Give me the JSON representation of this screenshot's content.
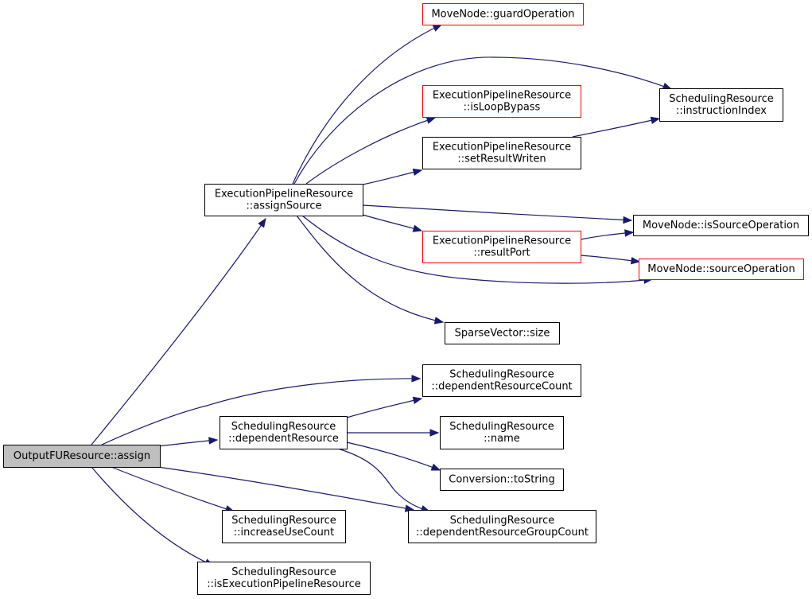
{
  "colors": {
    "edge": "#191970",
    "root_fill": "#bfbfbf",
    "node_border": "#000000",
    "highlight_border": "#ff0000",
    "node_fill": "#ffffff"
  },
  "nodes": [
    {
      "id": "assign",
      "lines": [
        "OutputFUResource::assign"
      ],
      "style": "root"
    },
    {
      "id": "eprAssignSource",
      "lines": [
        "ExecutionPipelineResource",
        "::assignSource"
      ],
      "style": "normal"
    },
    {
      "id": "guardOperation",
      "lines": [
        "MoveNode::guardOperation"
      ],
      "style": "highlight"
    },
    {
      "id": "isLoopBypass",
      "lines": [
        "ExecutionPipelineResource",
        "::isLoopBypass"
      ],
      "style": "highlight"
    },
    {
      "id": "setResultWriten",
      "lines": [
        "ExecutionPipelineResource",
        "::setResultWriten"
      ],
      "style": "normal"
    },
    {
      "id": "instructionIndex",
      "lines": [
        "SchedulingResource",
        "::instructionIndex"
      ],
      "style": "normal"
    },
    {
      "id": "isSourceOperation",
      "lines": [
        "MoveNode::isSourceOperation"
      ],
      "style": "normal"
    },
    {
      "id": "resultPort",
      "lines": [
        "ExecutionPipelineResource",
        "::resultPort"
      ],
      "style": "highlight"
    },
    {
      "id": "sourceOperation",
      "lines": [
        "MoveNode::sourceOperation"
      ],
      "style": "highlight"
    },
    {
      "id": "svSize",
      "lines": [
        "SparseVector::size"
      ],
      "style": "normal"
    },
    {
      "id": "depResCount",
      "lines": [
        "SchedulingResource",
        "::dependentResourceCount"
      ],
      "style": "normal"
    },
    {
      "id": "depResource",
      "lines": [
        "SchedulingResource",
        "::dependentResource"
      ],
      "style": "normal"
    },
    {
      "id": "srName",
      "lines": [
        "SchedulingResource",
        "::name"
      ],
      "style": "normal"
    },
    {
      "id": "toString",
      "lines": [
        "Conversion::toString"
      ],
      "style": "normal"
    },
    {
      "id": "depResGroupCount",
      "lines": [
        "SchedulingResource",
        "::dependentResourceGroupCount"
      ],
      "style": "normal"
    },
    {
      "id": "increaseUseCount",
      "lines": [
        "SchedulingResource",
        "::increaseUseCount"
      ],
      "style": "normal"
    },
    {
      "id": "isEPR",
      "lines": [
        "SchedulingResource",
        "::isExecutionPipelineResource"
      ],
      "style": "normal"
    }
  ],
  "edges": [
    {
      "from": "assign",
      "to": "eprAssignSource"
    },
    {
      "from": "assign",
      "to": "depResCount"
    },
    {
      "from": "assign",
      "to": "depResource"
    },
    {
      "from": "assign",
      "to": "depResGroupCount"
    },
    {
      "from": "assign",
      "to": "increaseUseCount"
    },
    {
      "from": "assign",
      "to": "isEPR"
    },
    {
      "from": "eprAssignSource",
      "to": "guardOperation"
    },
    {
      "from": "eprAssignSource",
      "to": "instructionIndex"
    },
    {
      "from": "eprAssignSource",
      "to": "isLoopBypass"
    },
    {
      "from": "eprAssignSource",
      "to": "setResultWriten"
    },
    {
      "from": "eprAssignSource",
      "to": "isSourceOperation"
    },
    {
      "from": "eprAssignSource",
      "to": "resultPort"
    },
    {
      "from": "eprAssignSource",
      "to": "sourceOperation"
    },
    {
      "from": "eprAssignSource",
      "to": "svSize"
    },
    {
      "from": "setResultWriten",
      "to": "instructionIndex"
    },
    {
      "from": "resultPort",
      "to": "isSourceOperation"
    },
    {
      "from": "resultPort",
      "to": "sourceOperation"
    },
    {
      "from": "depResource",
      "to": "depResCount"
    },
    {
      "from": "depResource",
      "to": "srName"
    },
    {
      "from": "depResource",
      "to": "toString"
    },
    {
      "from": "depResource",
      "to": "depResGroupCount"
    }
  ]
}
